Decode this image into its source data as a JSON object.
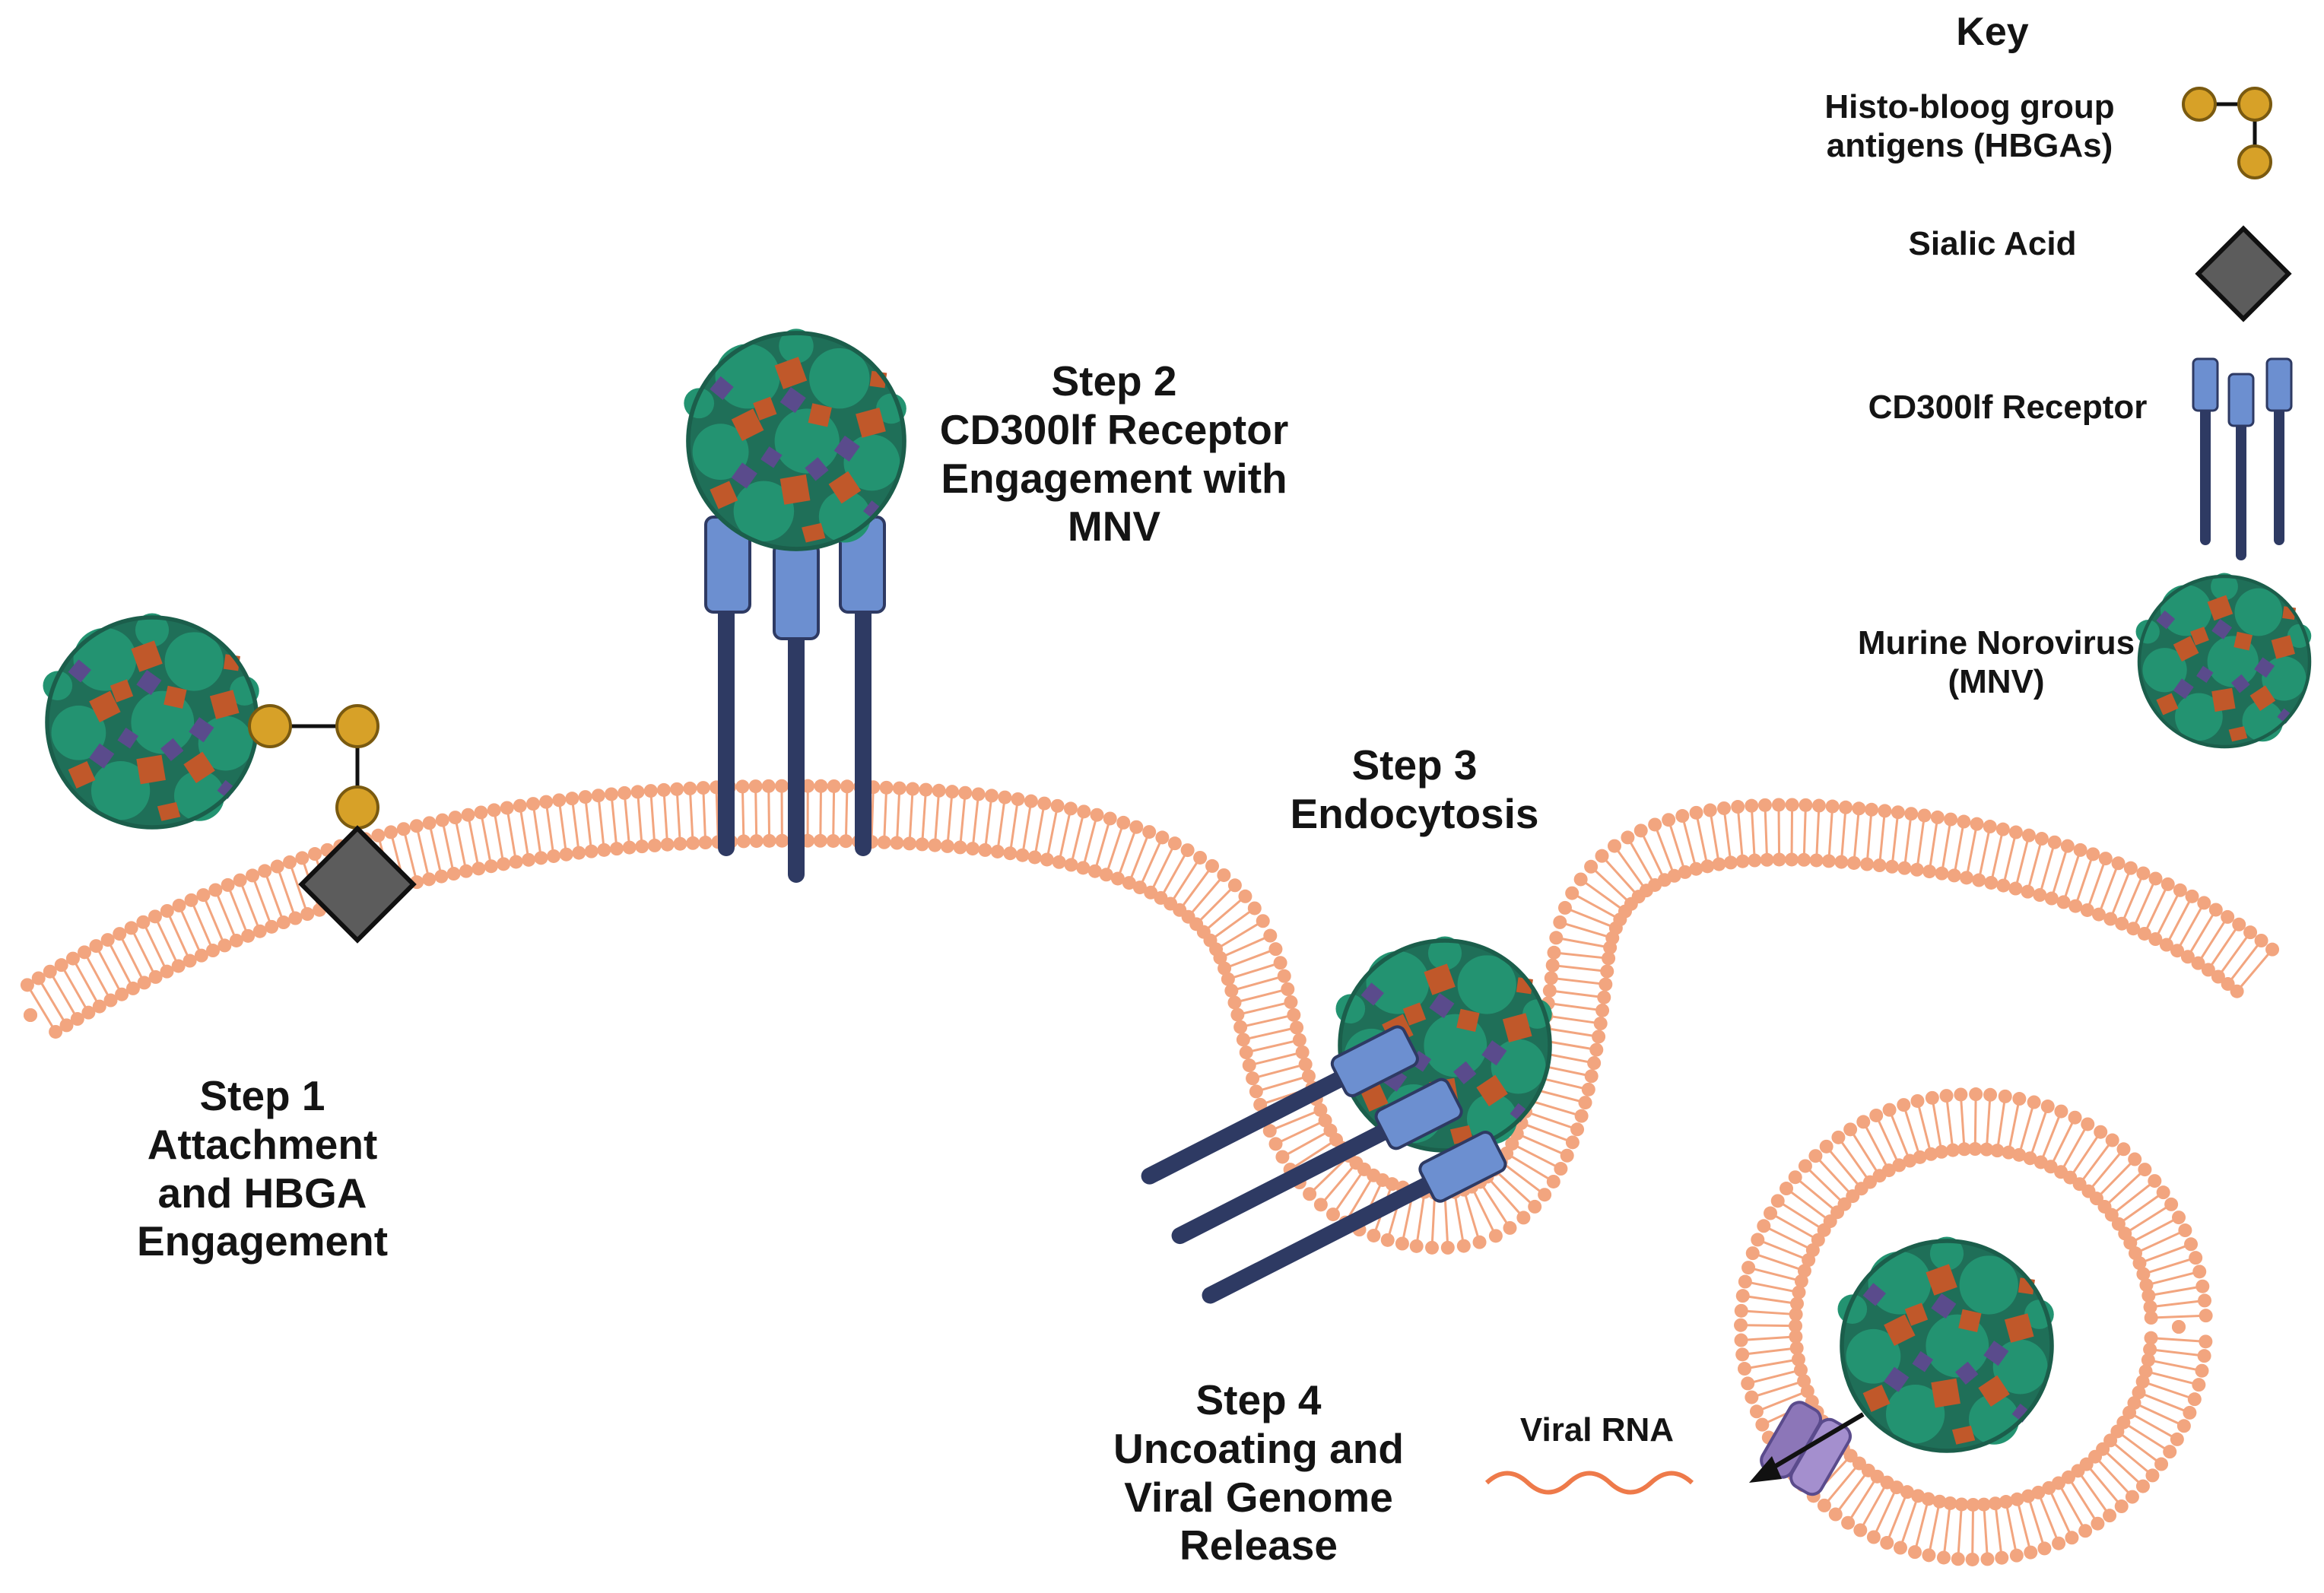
{
  "key": {
    "title": "Key",
    "hbga": [
      "Histo-bloog group",
      "antigens (HBGAs)"
    ],
    "sialic": "Sialic Acid",
    "receptor": "CD300lf Receptor",
    "mnv": [
      "Murine Norovirus",
      "(MNV)"
    ]
  },
  "steps": {
    "step1": [
      "Step 1",
      "Attachment",
      "and HBGA",
      "Engagement"
    ],
    "step2": [
      "Step 2",
      "CD300lf Receptor",
      "Engagement with",
      "MNV"
    ],
    "step3": [
      "Step 3",
      "Endocytosis"
    ],
    "step4": [
      "Step 4",
      "Uncoating and",
      "Viral Genome",
      "Release"
    ]
  },
  "viral_rna_label": "Viral RNA",
  "icons": {
    "virus": "mnv-virion-icon",
    "hbga": "hbga-chain-icon",
    "sialic": "sialic-acid-diamond-icon",
    "receptor": "cd300lf-receptor-icon",
    "channel": "membrane-channel-icon",
    "rna": "viral-rna-wave-icon"
  },
  "colors": {
    "membrane": "#f2a57f",
    "receptor_head": "#6c8fd0",
    "receptor_stalk": "#2e3a63",
    "hbga": "#d7a128",
    "sialic": "#5c5c5c",
    "virus_green": "#1f8a6b",
    "virus_orange": "#c0582a",
    "virus_purple": "#5a4b8c",
    "channel": "#8c76b8",
    "rna": "#ee7a4a"
  }
}
